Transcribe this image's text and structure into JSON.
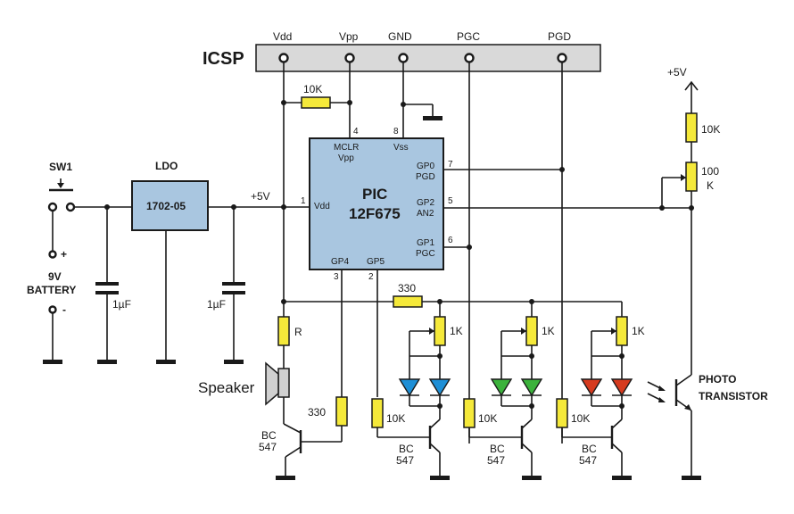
{
  "icsp": {
    "title": "ICSP",
    "pins": [
      "Vdd",
      "Vpp",
      "GND",
      "PGC",
      "PGD"
    ]
  },
  "power": {
    "switch": "SW1",
    "battery": [
      "9V",
      "BATTERY"
    ],
    "plus": "+",
    "minus": "-",
    "ldo_label": "LDO",
    "ldo_part": "1702-05",
    "cap1": "1µF",
    "cap2": "1µF",
    "rail": "+5V",
    "rail_right": "+5V"
  },
  "mcu": {
    "name": "PIC",
    "part": "12F675",
    "pins": {
      "mclr": "MCLR",
      "vpp": "Vpp",
      "vss": "Vss",
      "vdd": "Vdd",
      "gp0": "GP0",
      "pgd": "PGD",
      "gp2": "GP2",
      "an2": "AN2",
      "gp1": "GP1",
      "pgc": "PGC",
      "gp4": "GP4",
      "gp5": "GP5"
    },
    "pin_numbers": {
      "p4": "4",
      "p8": "8",
      "p1": "1",
      "p7": "7",
      "p5": "5",
      "p6": "6",
      "p3": "3",
      "p2": "2"
    }
  },
  "components": {
    "r_mclr": "10K",
    "r_top": "10K",
    "pot": [
      "100",
      "K"
    ],
    "r_speaker": "R",
    "r_base_spk": "330",
    "r_led": "330",
    "pot_1": "1K",
    "pot_2": "1K",
    "pot_3": "1K",
    "rb1": "10K",
    "rb2": "10K",
    "rb3": "10K",
    "speaker": "Speaker",
    "transistor": [
      "BC",
      "547"
    ],
    "photo": [
      "PHOTO",
      "TRANSISTOR"
    ]
  },
  "colors": {
    "chip": "#a9c6e0",
    "resistor": "#f5e93a",
    "led_blue": "#1e8fd6",
    "led_green": "#3bb23b",
    "led_red": "#d63a1e"
  }
}
